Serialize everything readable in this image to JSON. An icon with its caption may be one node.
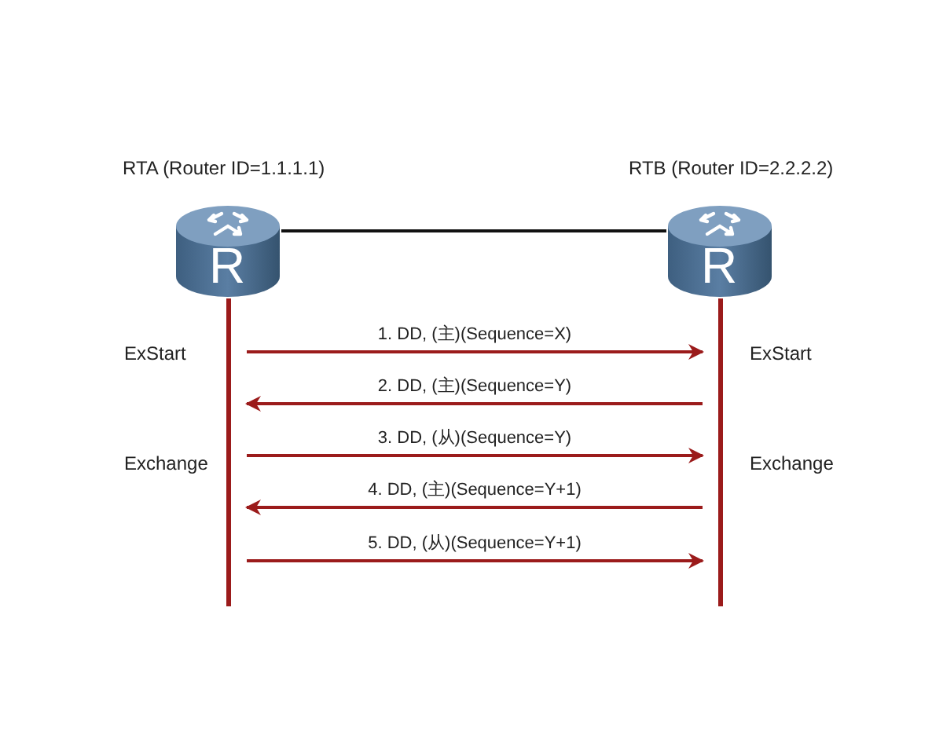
{
  "diagram": {
    "nodes": [
      {
        "text": [
          "RTA  (Router ID=1.1.1.1)",
          "R"
        ]
      },
      {
        "text": [
          "RTB  (Router ID=2.2.2.2)",
          "R"
        ]
      },
      {
        "text": [],
        "shape": "bar"
      },
      {
        "text": [],
        "shape": "bar"
      }
    ],
    "edges": [
      {
        "from": 0,
        "to": 1,
        "arrow": "none",
        "color": "#111111"
      },
      {
        "from": 2,
        "to": 3,
        "arrow": "to",
        "label": "1. DD, (主)(Sequence=X)"
      },
      {
        "from": 3,
        "to": 2,
        "arrow": "to",
        "label": "2. DD, (主)(Sequence=Y)"
      },
      {
        "from": 2,
        "to": 3,
        "arrow": "to",
        "label": "3. DD, (从)(Sequence=Y)"
      },
      {
        "from": 3,
        "to": 2,
        "arrow": "to",
        "label": "4. DD, (主)(Sequence=Y+1)"
      },
      {
        "from": 2,
        "to": 3,
        "arrow": "to",
        "label": "5. DD, (从)(Sequence=Y+1)"
      }
    ],
    "labels": [
      "ExStart",
      "ExStart",
      "Exchange",
      "Exchange"
    ]
  }
}
